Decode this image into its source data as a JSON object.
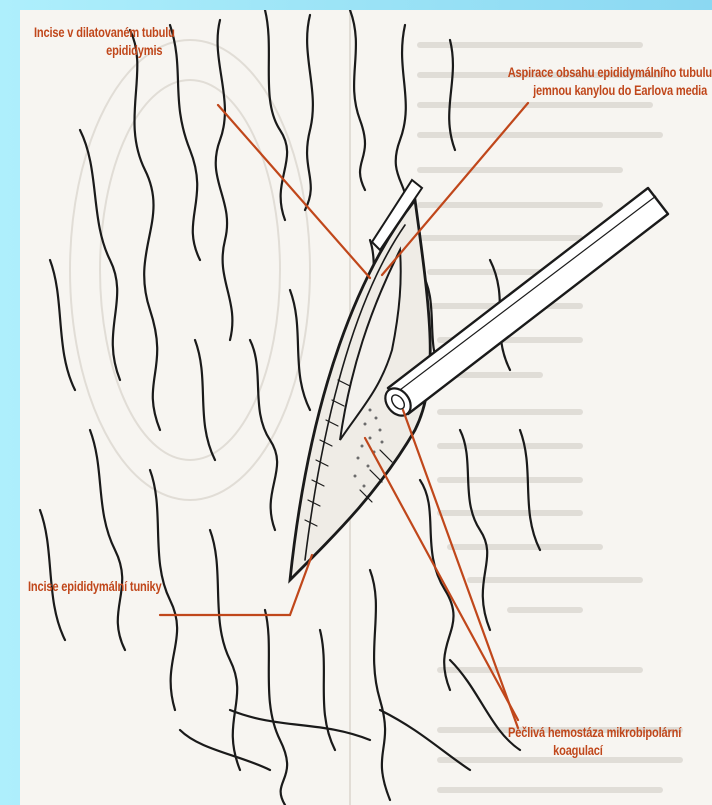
{
  "labels": {
    "incision_tubule": [
      "Incise v dilatovaném tubulu",
      "epididymis"
    ],
    "aspiration": [
      "Aspirace obsahu epididymálního tubulu",
      "jemnou kanylou do Earlova media"
    ],
    "incision_tunica": [
      "Incise epididymální tuniky"
    ],
    "hemostasis": [
      "Pečlivá hemostáza mikrobipolární",
      "koagulací"
    ]
  },
  "colors": {
    "background": "#9fe6f5",
    "paper": "#f7f5f1",
    "annotation": "#c0471b",
    "ink": "#1a1a1a"
  }
}
